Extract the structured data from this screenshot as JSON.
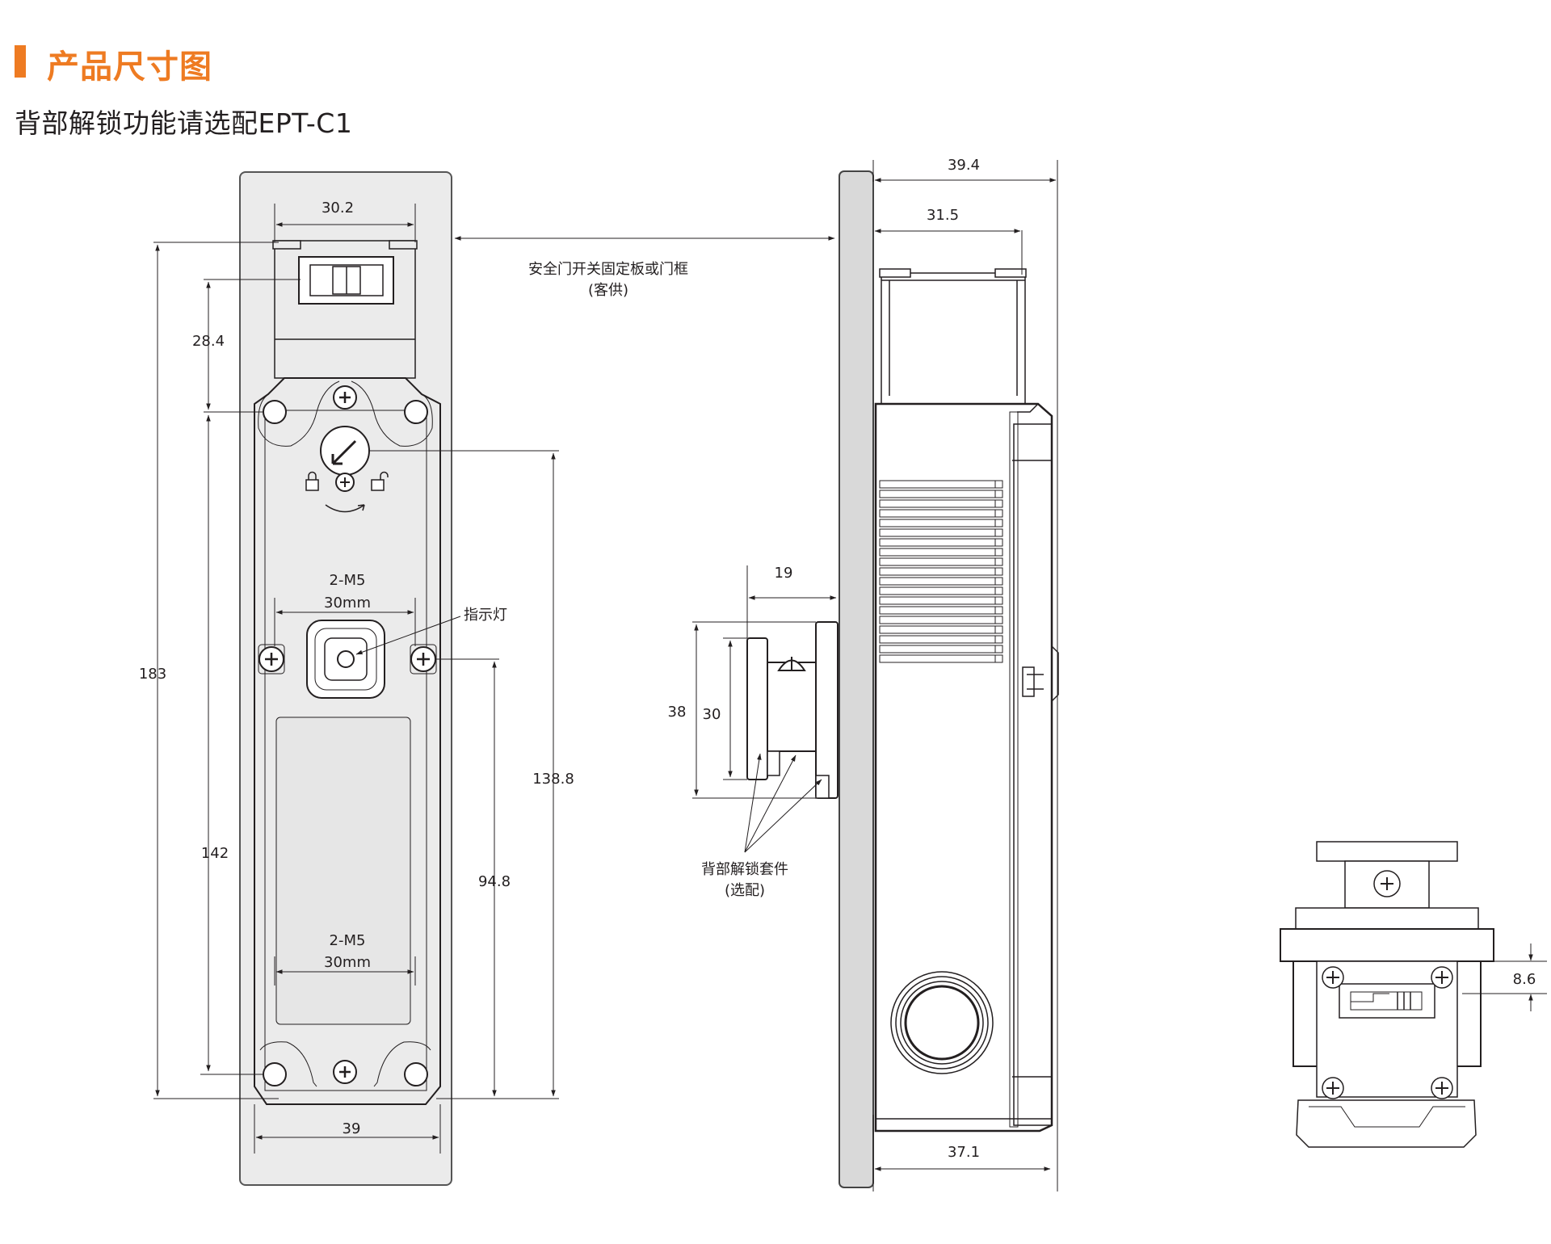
{
  "header": {
    "title": "产品尺寸图",
    "subtitle": "背部解锁功能请选配EPT-C1",
    "accent_color": "#ee7b22"
  },
  "front_view": {
    "width_top": "30.2",
    "height_total": "183",
    "upper_offset": "28.4",
    "hole_spacing_vertical": "142",
    "light_to_bottom": "138.8",
    "screw_to_bottom": "94.8",
    "width_bottom": "39",
    "mount_top_line1": "2-M5",
    "mount_top_line2": "30mm",
    "mount_bottom_line1": "2-M5",
    "mount_bottom_line2": "30mm",
    "indicator_label": "指示灯"
  },
  "plate_note": {
    "line1": "安全门开关固定板或门框",
    "line2": "(客供)"
  },
  "side_view": {
    "depth_total": "39.4",
    "depth_head": "31.5",
    "depth_bottom": "37.1",
    "unlock_offset": "19",
    "unlock_outer_height": "38",
    "unlock_inner_height": "30",
    "unlock_label_line1": "背部解锁套件",
    "unlock_label_line2": "(选配)"
  },
  "top_view": {
    "offset": "8.6"
  }
}
